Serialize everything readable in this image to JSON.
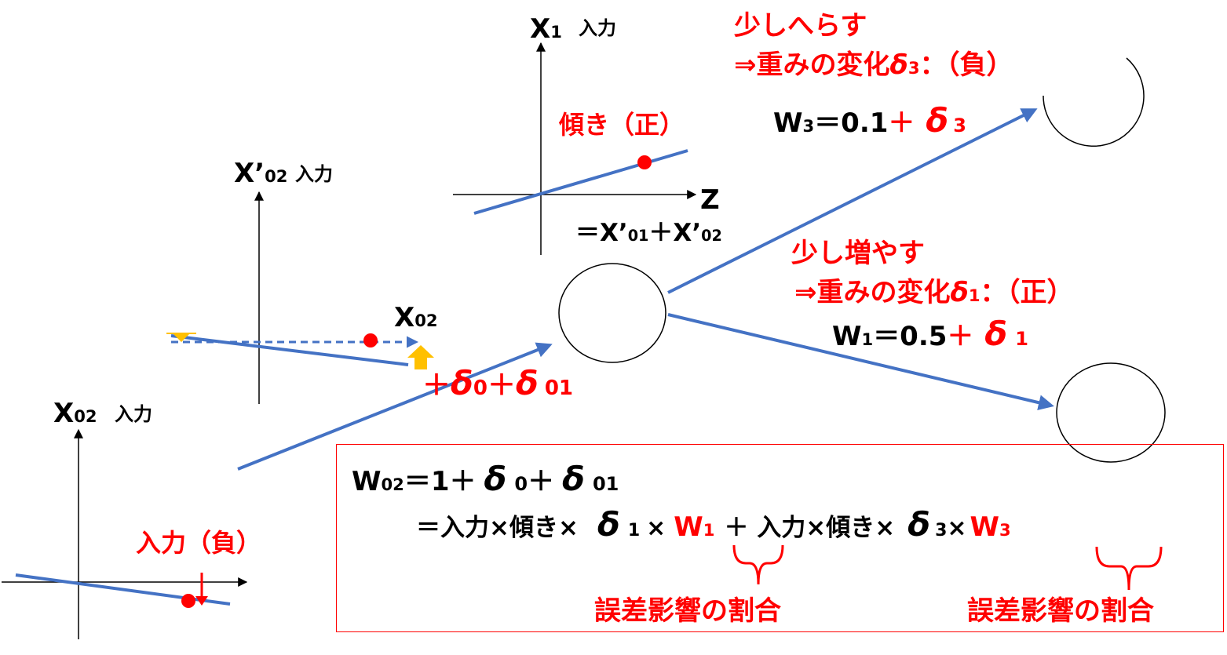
{
  "colors": {
    "line_blue": "#4472c4",
    "red": "#ff0000",
    "black": "#000000",
    "arrow_yellow": "#ffc000"
  },
  "labels": {
    "x1": "X",
    "x1_sub": "1",
    "input": "入力",
    "slope_positive": "傾き（正）",
    "z": "Z",
    "z_eq_prefix": "＝X’",
    "z_eq_sub1": "01",
    "z_eq_mid": "＋X’",
    "z_eq_sub2": "02",
    "xp02": "X’",
    "xp02_sub": "02",
    "x02_axis": "X",
    "x02_axis_sub": "02",
    "x02_bottom": "X",
    "x02_bottom_sub": "02",
    "input_negative": "入力（負）"
  },
  "delta_label": {
    "plus1": "＋",
    "delta1": "δ",
    "sub1": "0",
    "plus2": "＋",
    "delta2": "δ",
    "sub2": "01"
  },
  "top_note": {
    "line1": "少しへらす",
    "line2_prefix": "⇒重みの変化",
    "line2_delta": "δ",
    "line2_sub": "3",
    "line2_suffix": "：（負）",
    "w_prefix": "W",
    "w_sub": "3",
    "w_eq": "＝0.1",
    "w_plus": "＋",
    "w_delta": "δ",
    "w_dsub": "3"
  },
  "mid_note": {
    "line1": "少し増やす",
    "line2_prefix": "⇒重みの変化",
    "line2_delta": "δ",
    "line2_sub": "1",
    "line2_suffix": "：（正）",
    "w_prefix": "W",
    "w_sub": "1",
    "w_eq": "＝0.5",
    "w_plus": "＋",
    "w_delta": "δ",
    "w_dsub": "1"
  },
  "formula": {
    "l1_w": "W",
    "l1_wsub": "02",
    "l1_eq": "＝1＋",
    "l1_d1": "δ",
    "l1_d1sub": "0",
    "l1_plus": "＋",
    "l1_d2": "δ",
    "l1_d2sub": "01",
    "l2_a": "＝入力×傾き×",
    "l2_d1": "δ",
    "l2_d1sub": "1",
    "l2_times1": "×",
    "l2_w1": "W",
    "l2_w1sub": "1",
    "l2_b": "＋ 入力×傾き×",
    "l2_d3": "δ",
    "l2_d3sub": "3",
    "l2_times2": "×",
    "l2_w3": "W",
    "l2_w3sub": "3",
    "ratio_label": "誤差影響の割合"
  }
}
